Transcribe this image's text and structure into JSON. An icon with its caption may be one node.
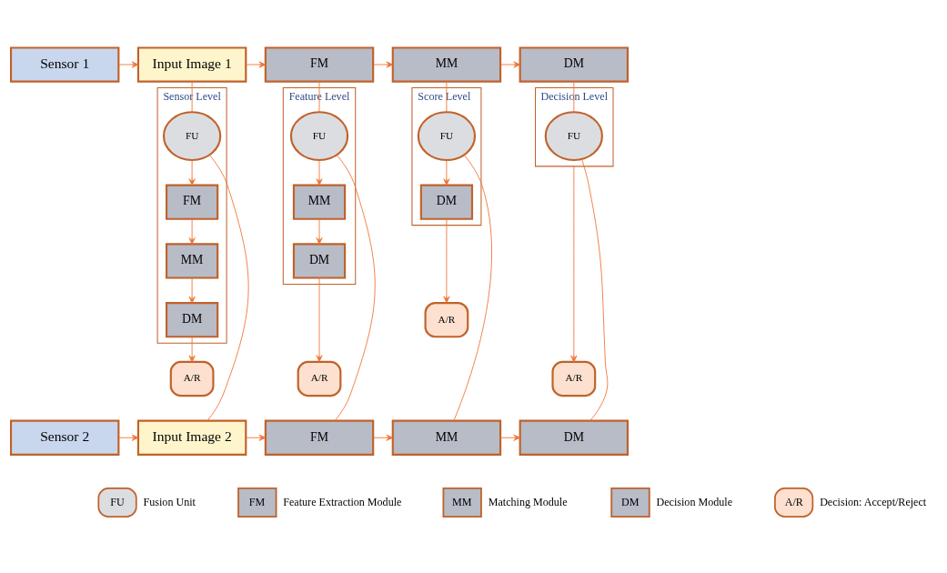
{
  "diagram": {
    "nodes": [
      {
        "text": [
          "Sensor 1"
        ]
      },
      {
        "text": [
          "Input Image 1"
        ]
      },
      {
        "text": [
          "FM"
        ]
      },
      {
        "text": [
          "MM"
        ]
      },
      {
        "text": [
          "DM"
        ]
      },
      {
        "text": [
          "Sensor Level"
        ]
      },
      {
        "text": [
          "FU"
        ],
        "in": 5
      },
      {
        "text": [
          "FM"
        ],
        "in": 5
      },
      {
        "text": [
          "MM"
        ],
        "in": 5
      },
      {
        "text": [
          "DM"
        ],
        "in": 5
      },
      {
        "text": [
          "A/R"
        ]
      },
      {
        "text": [
          "Feature Level"
        ]
      },
      {
        "text": [
          "FU"
        ],
        "in": 11
      },
      {
        "text": [
          "MM"
        ],
        "in": 11
      },
      {
        "text": [
          "DM"
        ],
        "in": 11
      },
      {
        "text": [
          "A/R"
        ]
      },
      {
        "text": [
          "Score Level"
        ]
      },
      {
        "text": [
          "FU"
        ],
        "in": 16
      },
      {
        "text": [
          "DM"
        ],
        "in": 16
      },
      {
        "text": [
          "A/R"
        ]
      },
      {
        "text": [
          "Decision Level"
        ]
      },
      {
        "text": [
          "FU"
        ],
        "in": 20
      },
      {
        "text": [
          "A/R"
        ]
      },
      {
        "text": [
          "Sensor 2"
        ]
      },
      {
        "text": [
          "Input Image 2"
        ]
      },
      {
        "text": [
          "FM"
        ]
      },
      {
        "text": [
          "MM"
        ]
      },
      {
        "text": [
          "DM"
        ]
      },
      {
        "text": [
          "FU"
        ],
        "beside": [
          "Fusion Unit"
        ]
      },
      {
        "text": [
          "FM"
        ],
        "beside": [
          "Feature Extraction Module"
        ]
      },
      {
        "text": [
          "DM"
        ],
        "beside": [
          "Decision Module"
        ]
      },
      {
        "text": [
          "MM"
        ],
        "beside": [
          "Matching Module"
        ]
      },
      {
        "text": [
          "A/R"
        ],
        "beside": [
          "Decision: Accept/Reject"
        ]
      }
    ],
    "edges": [
      {
        "from": 0,
        "to": 1,
        "arrow": "to"
      },
      {
        "from": 1,
        "to": 2,
        "arrow": "to"
      },
      {
        "from": 2,
        "to": 3,
        "arrow": "to"
      },
      {
        "from": 3,
        "to": 4,
        "arrow": "to"
      },
      {
        "from": 1,
        "to": 6,
        "arrow": "none"
      },
      {
        "from": 6,
        "to": 7,
        "arrow": "to"
      },
      {
        "from": 7,
        "to": 8,
        "arrow": "to"
      },
      {
        "from": 8,
        "to": 9,
        "arrow": "to"
      },
      {
        "from": 9,
        "to": 10,
        "arrow": "to"
      },
      {
        "from": 24,
        "to": 6,
        "arrow": "none"
      },
      {
        "from": 2,
        "to": 12,
        "arrow": "none"
      },
      {
        "from": 12,
        "to": 13,
        "arrow": "to"
      },
      {
        "from": 13,
        "to": 14,
        "arrow": "to"
      },
      {
        "from": 14,
        "to": 15,
        "arrow": "to"
      },
      {
        "from": 25,
        "to": 12,
        "arrow": "none"
      },
      {
        "from": 3,
        "to": 17,
        "arrow": "none"
      },
      {
        "from": 17,
        "to": 18,
        "arrow": "to"
      },
      {
        "from": 18,
        "to": 19,
        "arrow": "to"
      },
      {
        "from": 26,
        "to": 17,
        "arrow": "none"
      },
      {
        "from": 4,
        "to": 21,
        "arrow": "none"
      },
      {
        "from": 20,
        "to": 22,
        "arrow": "to"
      },
      {
        "from": 27,
        "to": 21,
        "arrow": "none"
      },
      {
        "from": 23,
        "to": 24,
        "arrow": "to"
      },
      {
        "from": 24,
        "to": 25,
        "arrow": "to"
      },
      {
        "from": 25,
        "to": 26,
        "arrow": "to"
      },
      {
        "from": 26,
        "to": 27,
        "arrow": "to"
      }
    ]
  }
}
